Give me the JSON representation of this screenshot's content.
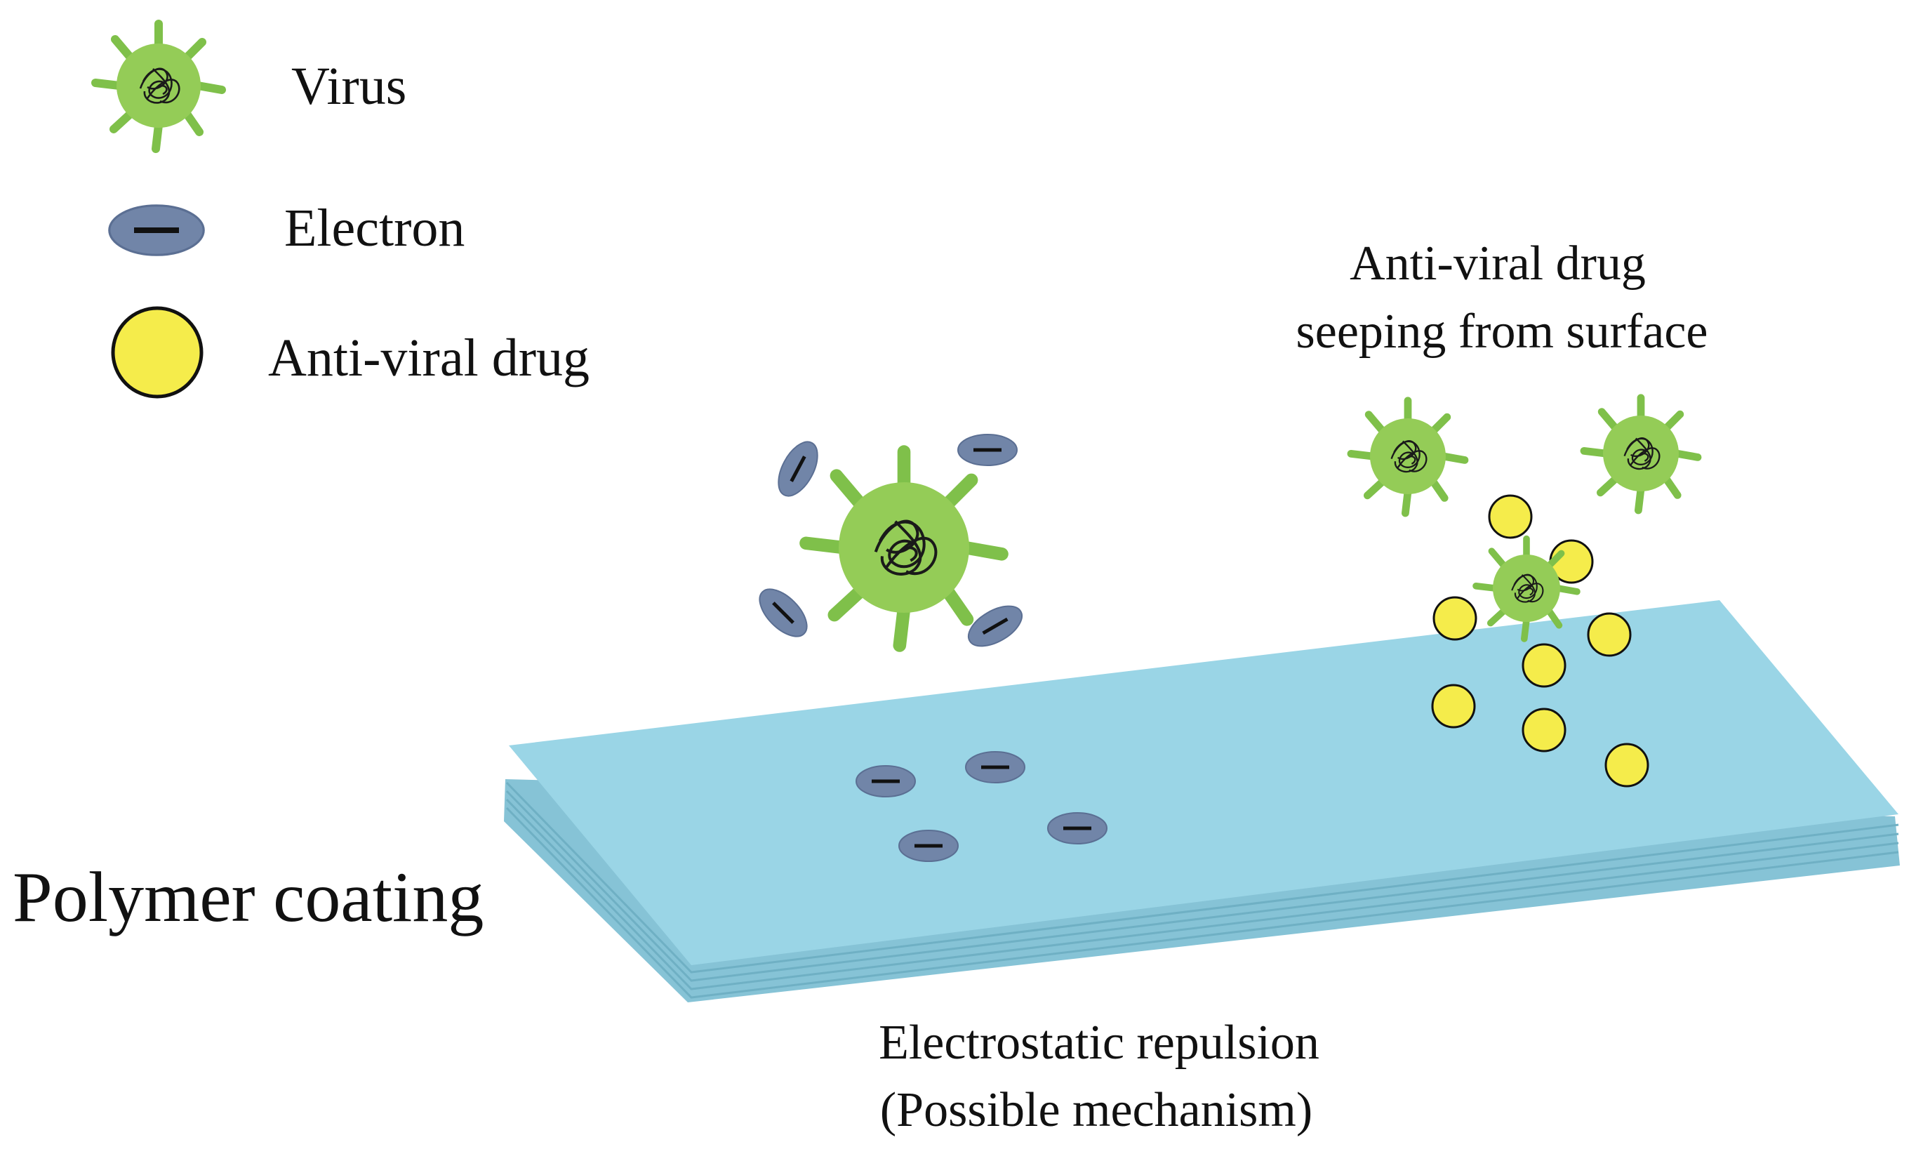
{
  "legend": {
    "virus_label": "Virus",
    "electron_label": "Electron",
    "drug_label": "Anti-viral drug"
  },
  "annotations": {
    "drug_seeping_line1": "Anti-viral drug",
    "drug_seeping_line2": "seeping from surface",
    "repulsion_line1": "Electrostatic repulsion",
    "repulsion_line2": "(Possible mechanism)"
  },
  "coating_label": "Polymer coating",
  "colors": {
    "virus_body": "#94cc57",
    "virus_spike": "#7fc04a",
    "electron": "#7185a8",
    "drug": "#f5ec4b",
    "coating_top": "#9ad5e6",
    "coating_side": "#86c3d6"
  }
}
